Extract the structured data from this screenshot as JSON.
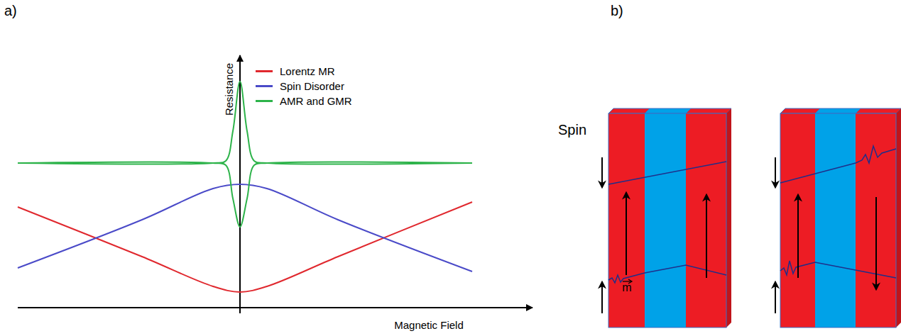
{
  "diagram": {
    "labels": [
      "a)",
      "b)",
      "Resistance",
      "Magnetic Field",
      "Spin",
      "m"
    ],
    "legend": [
      {
        "text": "Lorentz MR",
        "color": "#e0282e"
      },
      {
        "text": "Spin Disorder",
        "color": "#4a4ac8"
      },
      {
        "text": "AMR and GMR",
        "color": "#2db34a"
      }
    ]
  }
}
